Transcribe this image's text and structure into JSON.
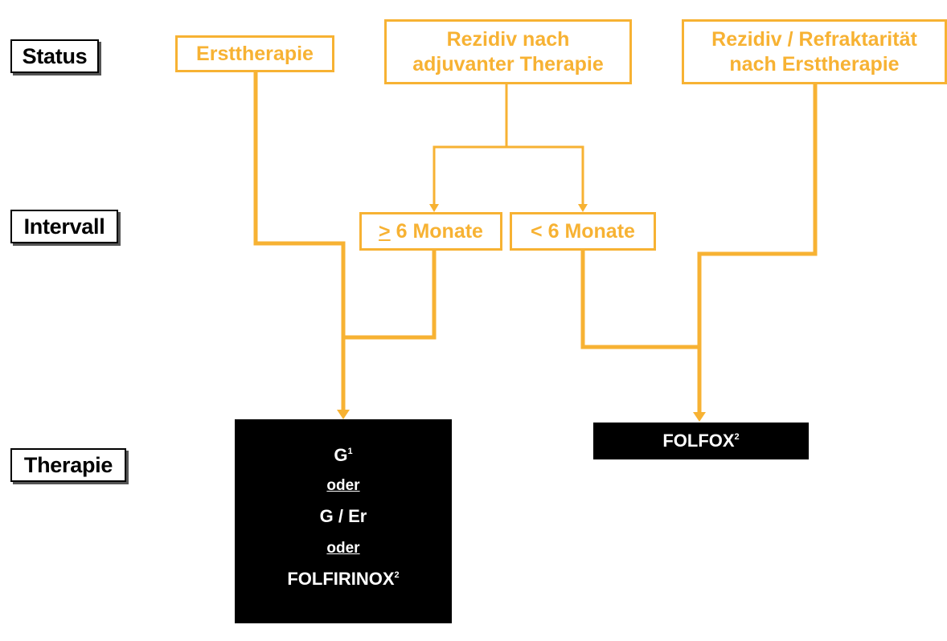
{
  "row_labels": {
    "status": "Status",
    "intervall": "Intervall",
    "therapie": "Therapie"
  },
  "status_boxes": {
    "erst": "Ersttherapie",
    "rezidiv_adj_line1": "Rezidiv nach",
    "rezidiv_adj_line2": "adjuvanter Therapie",
    "rezidiv_refr_line1": "Rezidiv / Refraktarität",
    "rezidiv_refr_line2": "nach Ersttherapie"
  },
  "interval_boxes": {
    "ge_symbol": ">",
    "ge_text": " 6 Monate",
    "lt_text": "< 6 Monate"
  },
  "therapy_left": {
    "line1": "G",
    "line1_sup": "1",
    "or1": "oder",
    "line2": "G / Er",
    "or2": "oder",
    "line3": "FOLFIRINOX",
    "line3_sup": "2"
  },
  "therapy_right": {
    "line1": "FOLFOX",
    "line1_sup": "2"
  },
  "colors": {
    "accent": "#f7b233",
    "therapy_bg": "#000000",
    "therapy_text": "#ffffff"
  }
}
